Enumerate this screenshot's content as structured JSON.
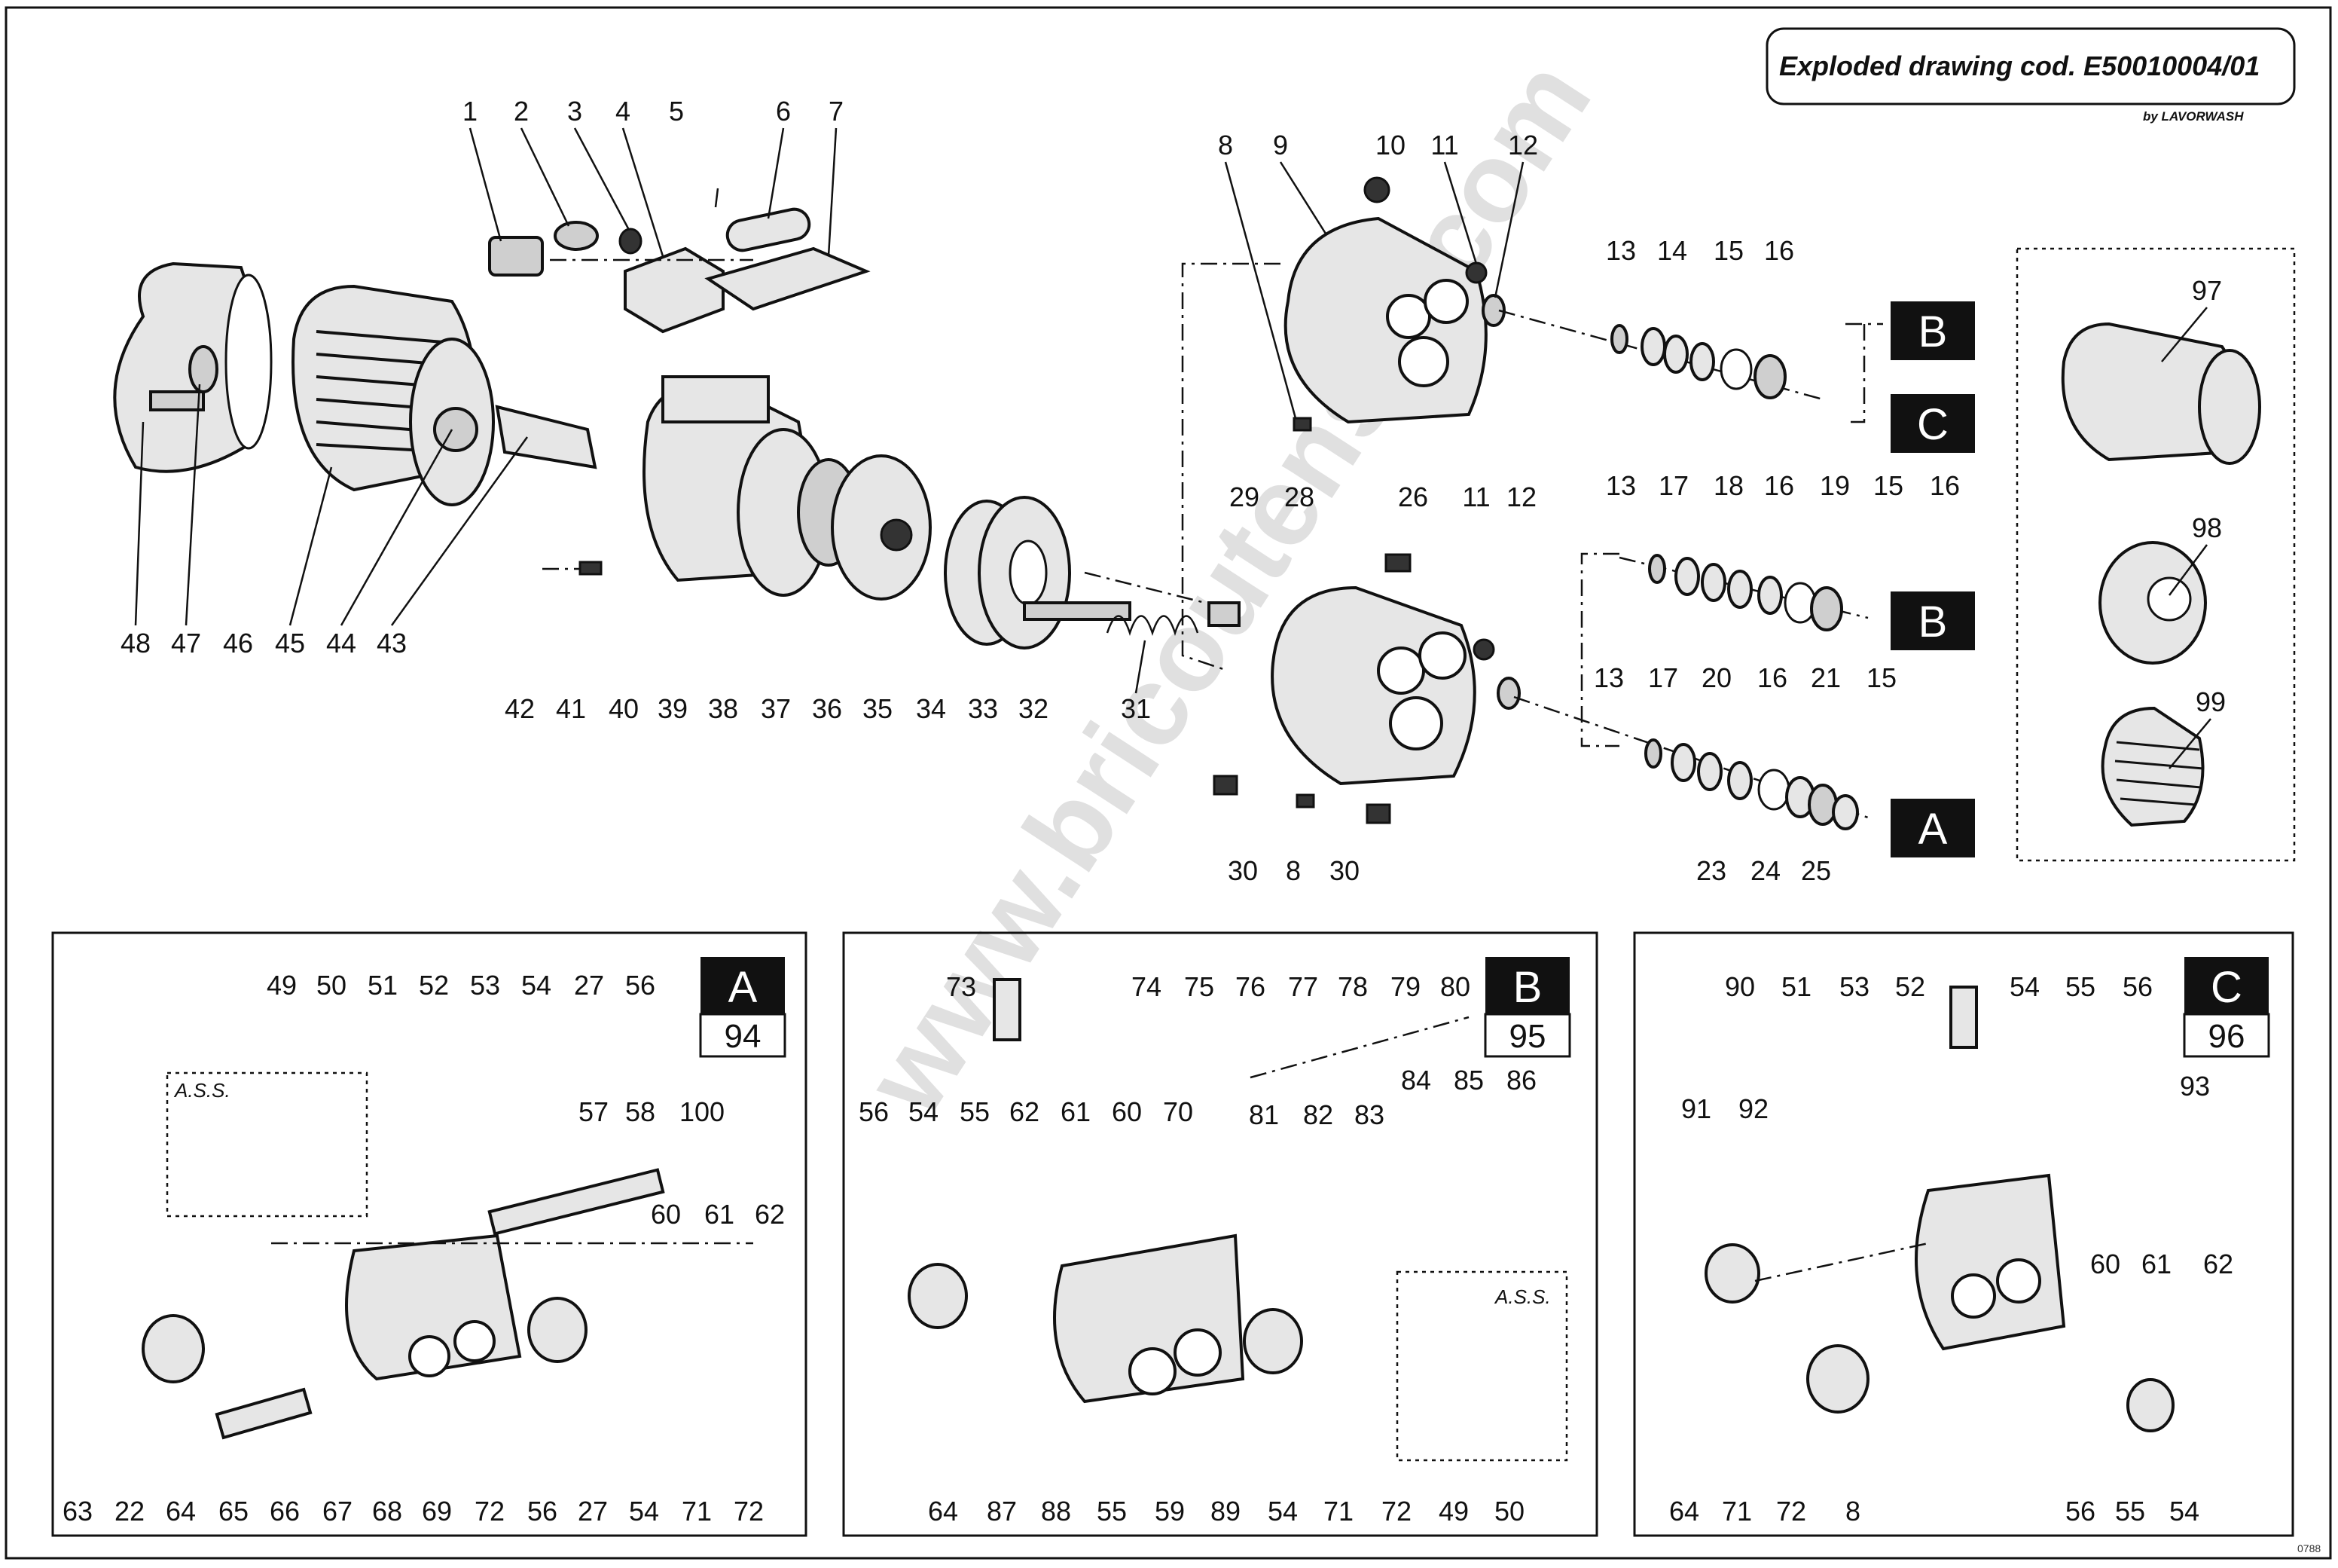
{
  "header": {
    "title": "Exploded drawing cod. E50010004/01",
    "brand": "by LAVORWASH"
  },
  "watermark": "www.bricoutensili.com",
  "drawing_code": "0788",
  "group_labels": {
    "B": "B",
    "C": "C",
    "A": "A"
  },
  "detail_panels": [
    {
      "letter": "A",
      "number": "94",
      "ass_label": "A.S.S."
    },
    {
      "letter": "B",
      "number": "95",
      "ass_label": "A.S.S."
    },
    {
      "letter": "C",
      "number": "96"
    }
  ],
  "callouts": {
    "main_top": [
      "1",
      "2",
      "3",
      "4",
      "5",
      "6",
      "7"
    ],
    "head_upper": [
      "8",
      "9",
      "10",
      "11",
      "12"
    ],
    "seals_upper": [
      "13",
      "14",
      "15",
      "16"
    ],
    "seals_mid": [
      "13",
      "17",
      "18",
      "16",
      "19",
      "15",
      "16"
    ],
    "seals_lower": [
      "13",
      "17",
      "20",
      "16",
      "21",
      "15"
    ],
    "seals_bottom": [
      "23",
      "24",
      "25"
    ],
    "head_lower_top": [
      "29",
      "28",
      "26",
      "11",
      "12"
    ],
    "head_lower_bottom": [
      "30",
      "8",
      "30"
    ],
    "main_bottom": [
      "48",
      "47",
      "46",
      "45",
      "44",
      "43",
      "42",
      "41",
      "40",
      "39",
      "38",
      "37",
      "36",
      "35",
      "34",
      "33",
      "32",
      "31"
    ],
    "kit": [
      "97",
      "98",
      "99"
    ],
    "panel_a_top": [
      "49",
      "50",
      "51",
      "52",
      "53",
      "54",
      "27",
      "56",
      "57",
      "58",
      "100",
      "60",
      "61",
      "62"
    ],
    "panel_a_bottom": [
      "63",
      "22",
      "64",
      "65",
      "66",
      "67",
      "68",
      "69",
      "72",
      "56",
      "27",
      "54",
      "71",
      "72"
    ],
    "panel_b_top": [
      "73",
      "74",
      "75",
      "76",
      "77",
      "78",
      "79",
      "80",
      "56",
      "54",
      "55",
      "62",
      "61",
      "60",
      "70",
      "84",
      "85",
      "86",
      "81",
      "82",
      "83"
    ],
    "panel_b_bottom": [
      "64",
      "87",
      "88",
      "55",
      "59",
      "89",
      "54",
      "71",
      "72",
      "49",
      "50"
    ],
    "panel_c_top": [
      "90",
      "51",
      "53",
      "52",
      "54",
      "55",
      "56",
      "91",
      "92",
      "93",
      "60",
      "61",
      "62"
    ],
    "panel_c_bottom": [
      "64",
      "71",
      "72",
      "8",
      "56",
      "55",
      "54"
    ]
  }
}
